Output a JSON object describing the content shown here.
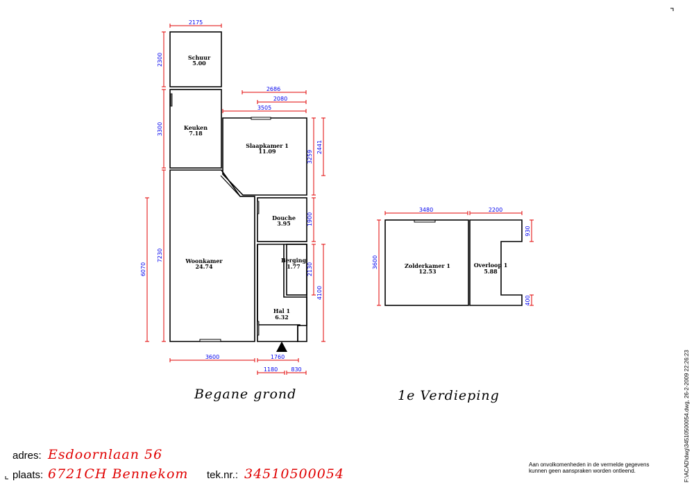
{
  "rooms": {
    "schuur": {
      "name": "Schuur",
      "area": "5.00"
    },
    "keuken": {
      "name": "Keuken",
      "area": "7.18"
    },
    "slaapkamer1": {
      "name": "Slaapkamer 1",
      "area": "11.09"
    },
    "douche": {
      "name": "Douche",
      "area": "3.95"
    },
    "berging": {
      "name": "Berging",
      "area": "1.77"
    },
    "woonkamer": {
      "name": "Woonkamer",
      "area": "24.74"
    },
    "hal1": {
      "name": "Hal 1",
      "area": "6.32"
    },
    "zolderkamer1": {
      "name": "Zolderkamer 1",
      "area": "12.53"
    },
    "overloop1": {
      "name": "Overloop 1",
      "area": "5.88"
    }
  },
  "dimensions": {
    "d2175": "2175",
    "d2300": "2300",
    "d3300": "3300",
    "d2686": "2686",
    "d2080": "2080",
    "d3505": "3505",
    "d2441": "2441",
    "d3259": "3259",
    "d7230": "7230",
    "d6070": "6070",
    "d1900": "1900",
    "d2130": "2130",
    "d4100": "4100",
    "d3600": "3600",
    "d1760": "1760",
    "d1180": "1180",
    "d830": "830",
    "d3480": "3480",
    "d2200": "2200",
    "d3600b": "3600",
    "d930": "930",
    "d400": "400"
  },
  "floors": {
    "ground": "Begane grond",
    "first": "1e Verdieping"
  },
  "info": {
    "adres_label": "adres:",
    "adres_value": "Esdoornlaan 56",
    "plaats_label": "plaats:",
    "plaats_value": "6721CH Bennekom",
    "teknr_label": "tek.nr.:",
    "teknr_value": "34510500054"
  },
  "disclaimer": {
    "line1": "Aan onvolkomenheden in de vermelde gegevens",
    "line2": "kunnen geen aanspraken worden ontleend."
  },
  "file_path": "F:\\ACAD\\dwg\\34510500054.dwg, 26-2-2009 22:26:23"
}
